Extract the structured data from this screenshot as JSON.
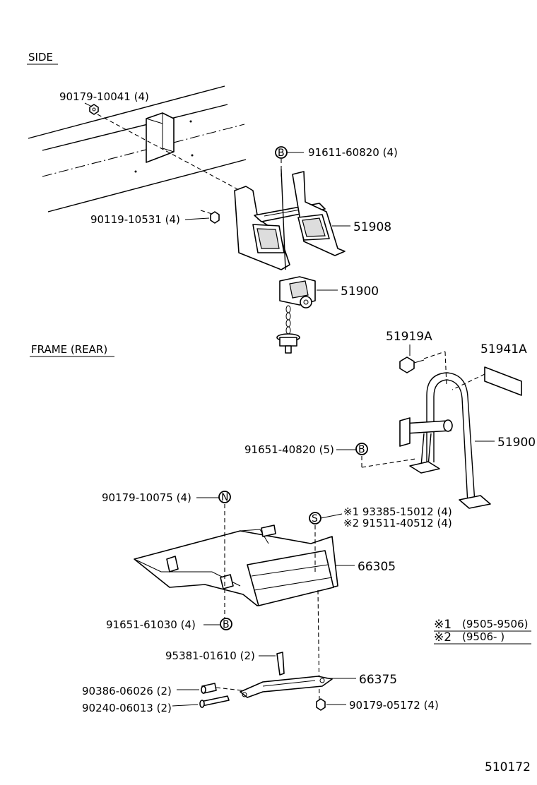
{
  "sections": {
    "side": "SIDE",
    "frame_rear": "FRAME (REAR)"
  },
  "parts": {
    "p90179_10041": "90179-10041 (4)",
    "p91611_60820": "91611-60820 (4)",
    "p90119_10531": "90119-10531 (4)",
    "p51908": "51908",
    "p51900_top": "51900",
    "p51919A": "51919A",
    "p51941A": "51941A",
    "p51900_carrier": "51900",
    "p91651_40820": "91651-40820 (5)",
    "p90179_10075": "90179-10075 (4)",
    "p193385_15012": "※1 93385-15012 (4)",
    "p291511_40512": "※2 91511-40512 (4)",
    "p66305": "66305",
    "p91651_61030": "91651-61030 (4)",
    "p95381_01610": "95381-01610 (2)",
    "p66375": "66375",
    "p90386_06026": "90386-06026 (2)",
    "p90240_06013": "90240-06013 (2)",
    "p90179_05172": "90179-05172 (4)"
  },
  "callouts": {
    "b1": "B",
    "b2": "B",
    "b3": "B",
    "n1": "N",
    "s1": "S"
  },
  "notes": {
    "note1_mark": "※1",
    "note1_text": "(9505-9506)",
    "note2_mark": "※2",
    "note2_text": "(9506-        )"
  },
  "diagram_code": "510172"
}
